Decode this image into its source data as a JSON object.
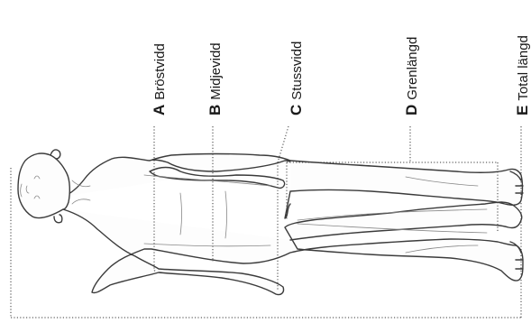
{
  "labels": [
    {
      "letter": "A",
      "text": "Bröstvidd"
    },
    {
      "letter": "B",
      "text": "Midjevidd"
    },
    {
      "letter": "C",
      "text": "Stussvidd"
    },
    {
      "letter": "D",
      "text": "Grenlängd"
    },
    {
      "letter": "E",
      "text": "Total längd"
    }
  ]
}
